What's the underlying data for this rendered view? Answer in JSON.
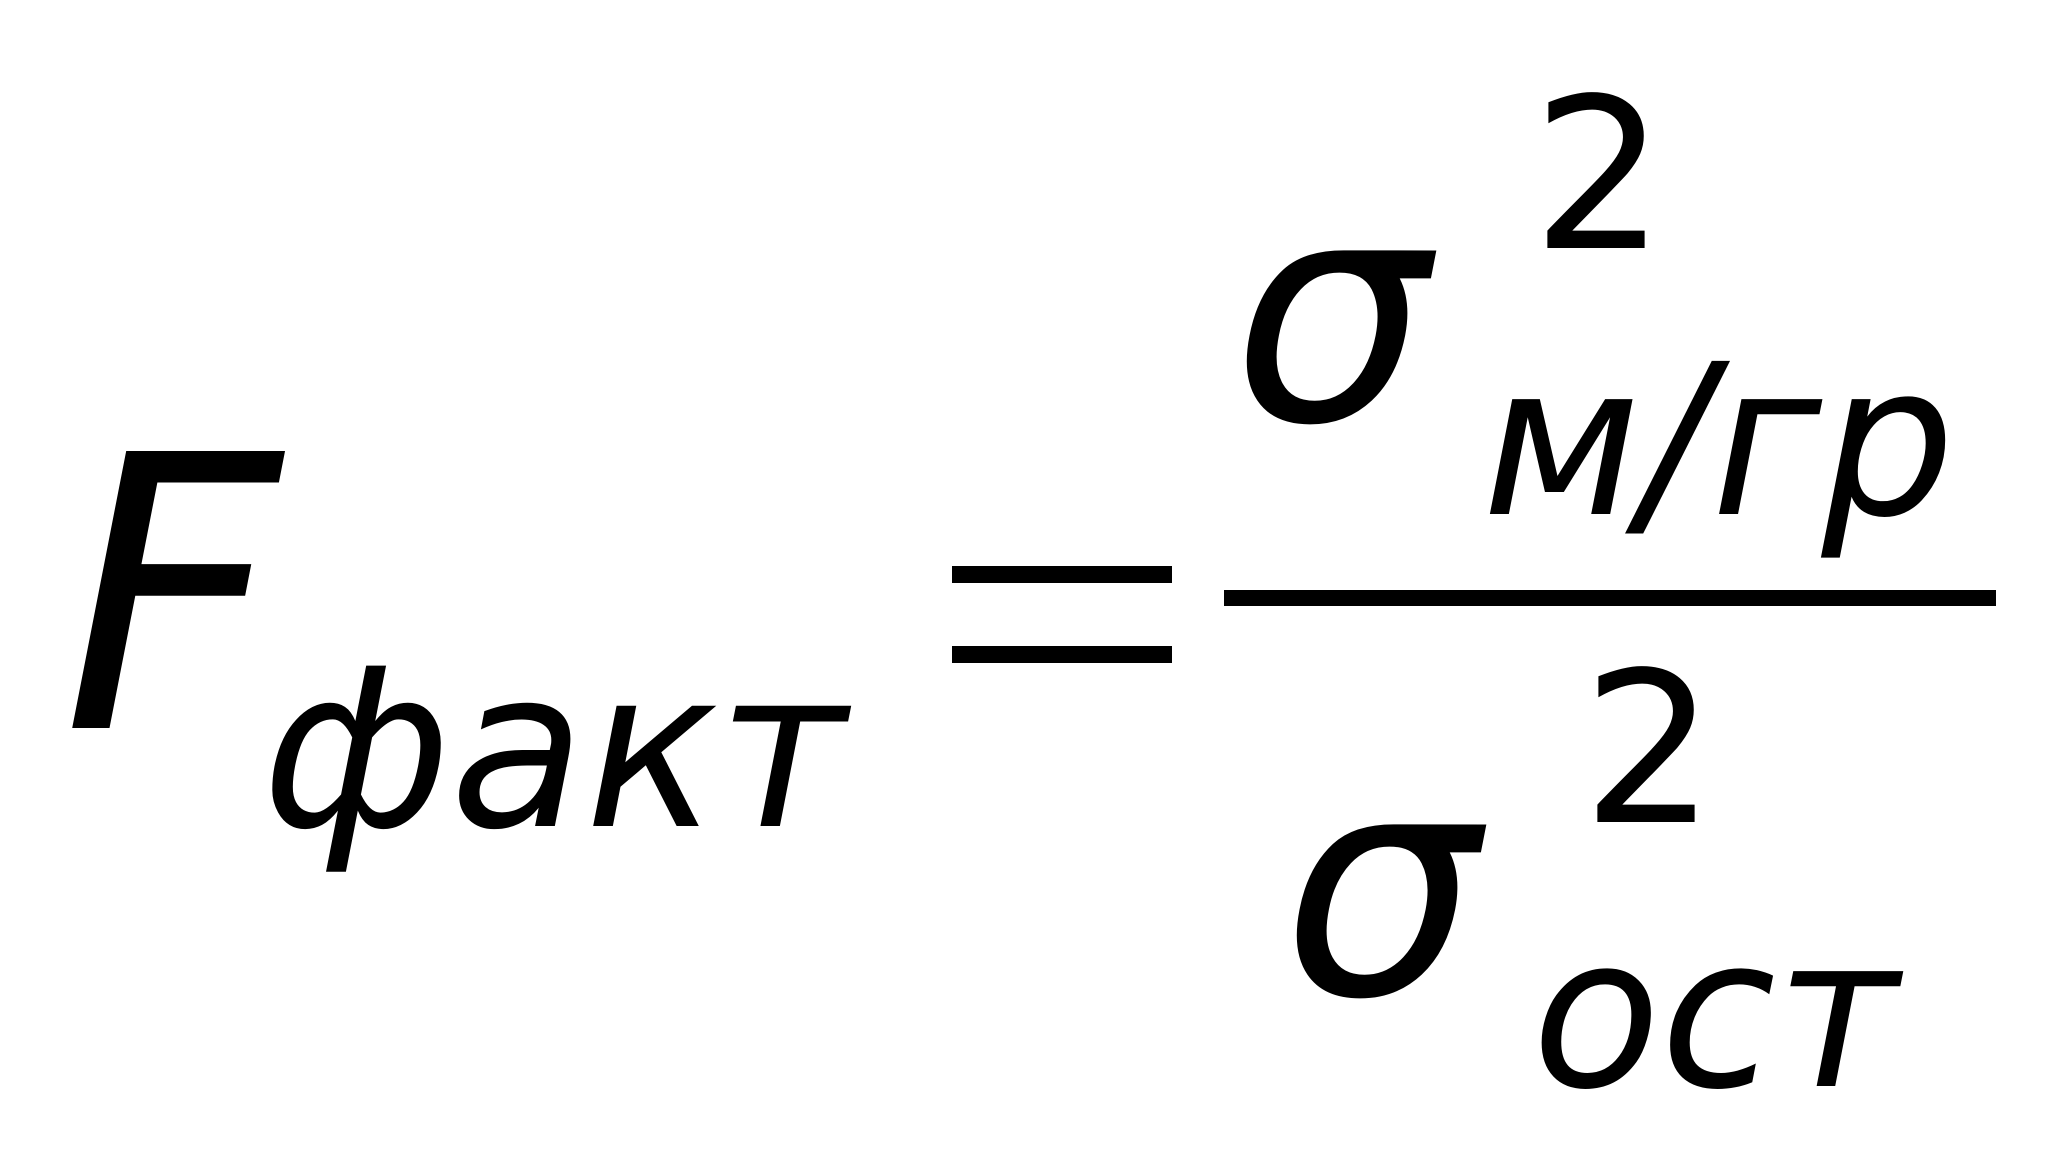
{
  "formula": {
    "lhs_symbol": "F",
    "lhs_subscript": "факт",
    "equals": "=",
    "numerator": {
      "symbol": "σ",
      "superscript": "2",
      "subscript": "м/гр"
    },
    "denominator": {
      "symbol": "σ",
      "superscript": "2",
      "subscript": "ост"
    },
    "text_color": "#000000",
    "background_color": "#ffffff"
  }
}
